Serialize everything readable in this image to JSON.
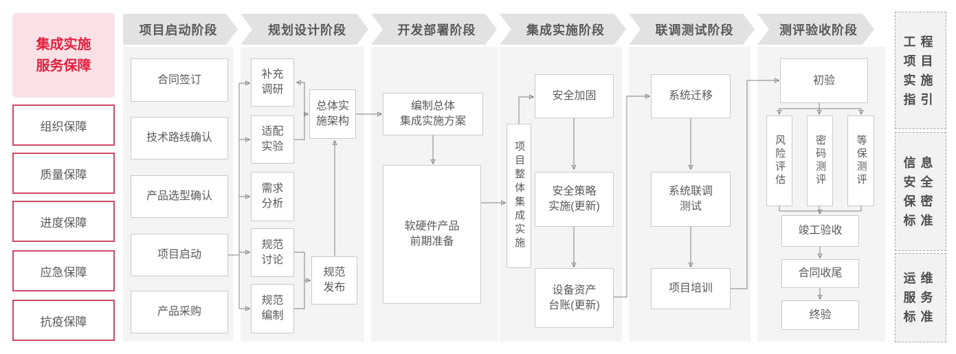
{
  "colors": {
    "accent_red": "#e5203f",
    "red_border": "#cf4763",
    "pink_bg": "#fae1e6",
    "header_bg": "#e2e2e2",
    "panel_bg": "#f4f4f4",
    "box_border": "#c9c9c9",
    "box_bg": "#ffffff",
    "text_gray": "#595959",
    "line_gray": "#808080",
    "dashed_border": "#a8a8a8"
  },
  "sidebar": {
    "title": "集成实施\n服务保障",
    "items": [
      "组织保障",
      "质量保障",
      "进度保障",
      "应急保障",
      "抗疫保障"
    ]
  },
  "phases": [
    "项目启动阶段",
    "规划设计阶段",
    "开发部署阶段",
    "集成实施阶段",
    "联调测试阶段",
    "测评验收阶段"
  ],
  "nodes": {
    "contract_signing": "合同签订",
    "tech_route_confirm": "技术路线确认",
    "product_selection_confirm": "产品选型确认",
    "project_kickoff": "项目启动",
    "product_procurement": "产品采购",
    "supplementary_research": "补充\n调研",
    "adaptation_experiment": "适配\n实验",
    "requirement_analysis": "需求\n分析",
    "spec_discussion": "规范\n讨论",
    "spec_drafting": "规范\n编制",
    "overall_impl_architecture": "总体实\n施架构",
    "spec_release": "规范\n发布",
    "overall_integration_plan": "编制总体\n集成实施方案",
    "hw_sw_preparation": "软硬件产品\n前期准备",
    "project_overall_integration": "项目整体集成实施",
    "security_hardening": "安全加固",
    "security_policy_impl": "安全策略\n实施(更新)",
    "asset_ledger_update": "设备资产\n台账(更新)",
    "system_migration": "系统迁移",
    "system_joint_testing": "系统联调\n测试",
    "project_training": "项目培训",
    "initial_acceptance": "初验",
    "risk_assessment": "风险评估",
    "crypto_evaluation": "密码测评",
    "mlps_evaluation": "等保测评",
    "completion_acceptance": "竣工验收",
    "contract_closing": "合同收尾",
    "final_acceptance": "终验"
  },
  "references": [
    "工程\n项目\n实施\n指引",
    "信息\n安全\n保密\n标准",
    "运维\n服务\n标准"
  ]
}
